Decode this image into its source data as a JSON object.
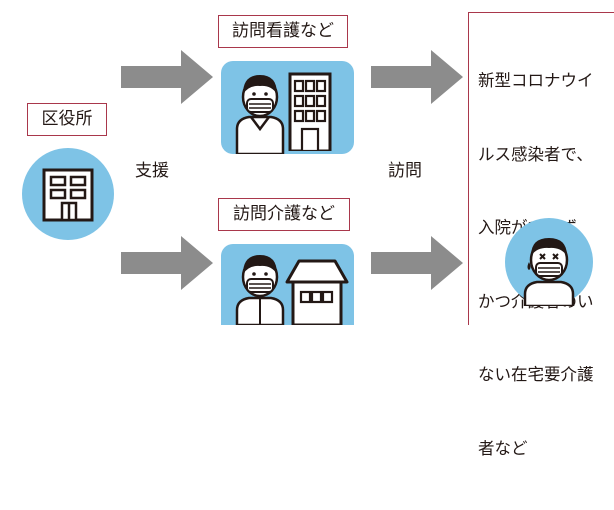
{
  "ward_office": {
    "label": "区役所",
    "icon": "office-building-icon"
  },
  "support_label": "支援",
  "visit_label": "訪問",
  "home_nursing": {
    "label": "訪問看護など",
    "icons": [
      "nurse-icon",
      "hospital-building-icon"
    ]
  },
  "home_care": {
    "label": "訪問介護など",
    "icons": [
      "caregiver-icon",
      "care-house-icon"
    ]
  },
  "target": {
    "lines": [
      "新型コロナウイ",
      "ルス感染者で、",
      "入院ができず、",
      "かつ介護者のい",
      "ない在宅要介護",
      "者など"
    ],
    "icon": "sick-person-icon"
  },
  "colors": {
    "accent_border": "#a9374b",
    "icon_bg": "#7ec3e6",
    "arrow": "#8c8c8c"
  }
}
